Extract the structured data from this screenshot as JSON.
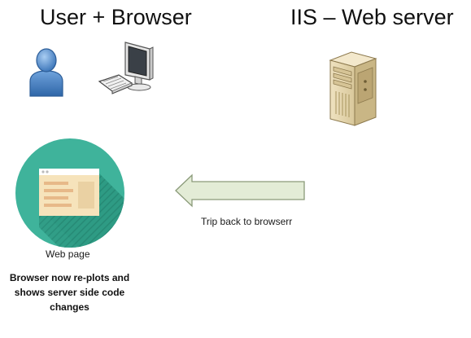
{
  "headings": {
    "client": "User + Browser",
    "server": "IIS – Web server"
  },
  "flow": {
    "arrow_label": "Trip back to browserr",
    "arrow_direction": "left"
  },
  "webpage": {
    "label": "Web page",
    "caption_lines": [
      "Browser now re-plots and",
      "shows server side code",
      "changes"
    ]
  },
  "icons": {
    "user": "user-icon",
    "computer": "desktop-computer-icon",
    "server": "server-tower-icon",
    "webpage": "webpage-icon",
    "arrow": "left-arrow-icon"
  },
  "colors": {
    "webpage_circle": "#3fb39b",
    "webpage_window": "#f6e3bb",
    "arrow_fill": "#e3ecd6",
    "arrow_stroke": "#8a9a79",
    "user_blue": "#4d88c9",
    "server_beige": "#e7d8b1"
  }
}
